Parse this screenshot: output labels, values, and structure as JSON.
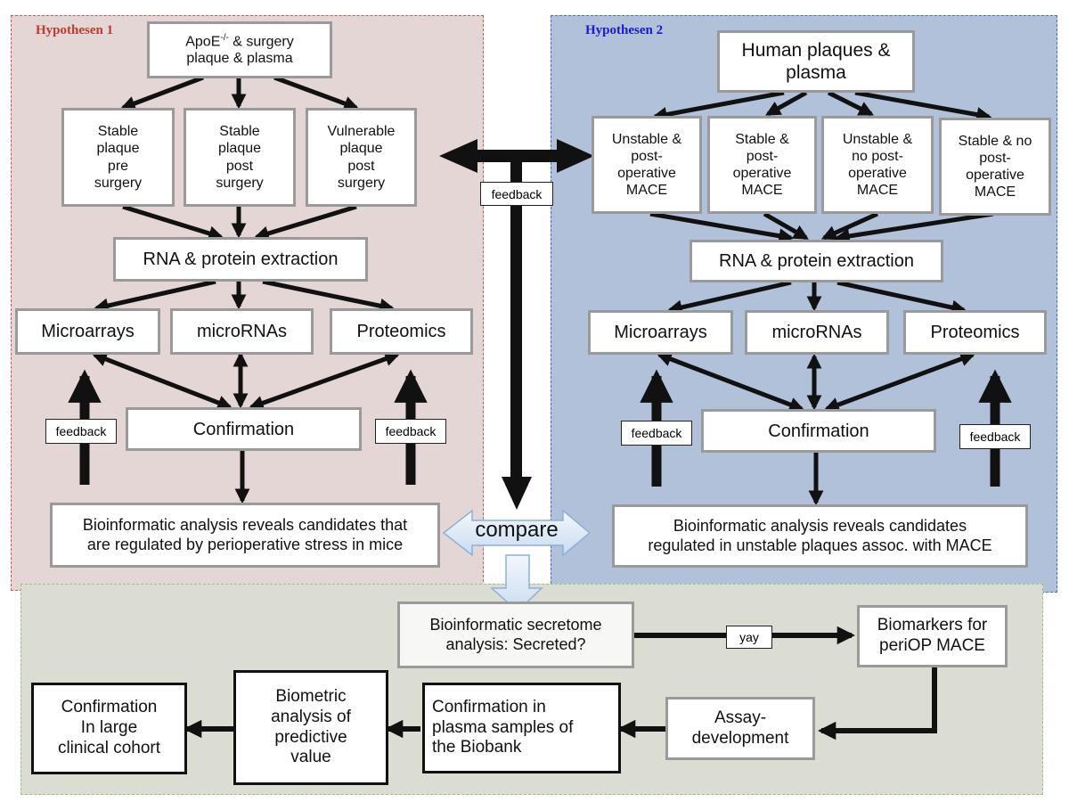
{
  "colors": {
    "panel1_bg": "#e3d6d5",
    "panel1_border": "#d9534f",
    "panel2_bg": "#b1c1d9",
    "panel2_border": "#3f6fd1",
    "panel3_bg": "#dbdcd2",
    "panel3_border": "#9ac47f",
    "hyp1_title": "#c0392b",
    "hyp2_title": "#1a1ad1",
    "arrow": "#111111",
    "compare_fill": "#dce9f7",
    "compare_stroke": "#8ab0dc"
  },
  "hyp1": {
    "title": "Hypothesen 1",
    "source_line1": "ApoE",
    "source_sup": "-/-",
    "source_line1_rest": " & surgery",
    "source_line2": "plaque & plasma",
    "groups": [
      "Stable\nplaque\npre\nsurgery",
      "Stable\nplaque\npost\nsurgery",
      "Vulnerable\nplaque\npost\nsurgery"
    ],
    "extraction": "RNA & protein extraction",
    "methods": [
      "Microarrays",
      "microRNAs",
      "Proteomics"
    ],
    "confirmation": "Confirmation",
    "feedback_left": "feedback",
    "feedback_right": "feedback",
    "result": "Bioinformatic analysis reveals candidates that\nare regulated by perioperative stress in mice"
  },
  "hyp2": {
    "title": "Hypothesen 2",
    "source": "Human plaques &\nplasma",
    "groups": [
      "Unstable &\npost-\noperative\nMACE",
      "Stable &\npost-\noperative\nMACE",
      "Unstable &\nno post-\noperative\nMACE",
      "Stable & no\npost-\noperative\nMACE"
    ],
    "extraction": "RNA & protein extraction",
    "methods": [
      "Microarrays",
      "microRNAs",
      "Proteomics"
    ],
    "confirmation": "Confirmation",
    "feedback_left": "feedback",
    "feedback_right": "feedback",
    "result": "Bioinformatic analysis reveals candidates\nregulated in unstable plaques assoc. with MACE"
  },
  "center": {
    "feedback": "feedback",
    "compare": "compare"
  },
  "pipeline": {
    "secretome": "Bioinformatic secretome\nanalysis: Secreted?",
    "yay": "yay",
    "biomarkers": "Biomarkers for\nperiOP MACE",
    "assay": "Assay-\ndevelopment",
    "biobank": "Confirmation in\nplasma samples of\nthe Biobank",
    "biometric": "Biometric\nanalysis of\npredictive\nvalue",
    "large_cohort": "Confirmation\nIn large\nclinical cohort"
  }
}
